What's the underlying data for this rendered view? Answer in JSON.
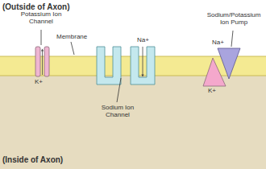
{
  "diagram": {
    "labels": [
      "(Outside of Axon)",
      "Potassium Ion Channel",
      "Membrane",
      "Sodium/Potassium Ion Pump",
      "Na+",
      "Na+",
      "K+",
      "K+",
      "Sodium Ion Channel",
      "(Inside of Axon)"
    ]
  }
}
